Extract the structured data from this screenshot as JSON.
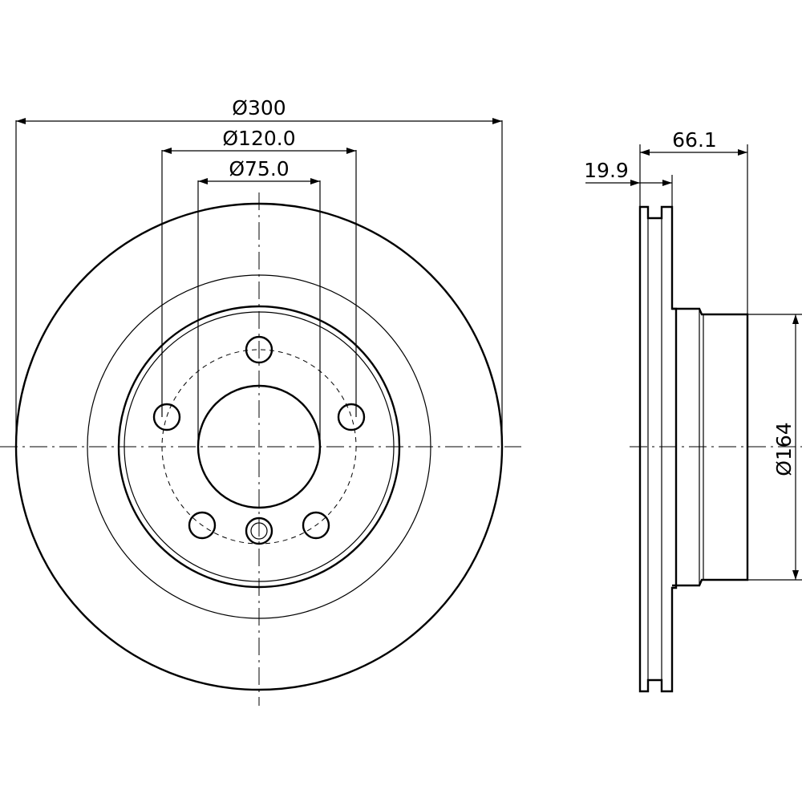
{
  "dimensions": {
    "outer_diameter": "Ø300",
    "bolt_circle": "Ø120.0",
    "center_bore": "Ø75.0",
    "overall_height": "66.1",
    "disc_thickness": "19.9",
    "hat_diameter": "Ø164"
  },
  "colors": {
    "line": "#000000",
    "background": "#ffffff"
  }
}
